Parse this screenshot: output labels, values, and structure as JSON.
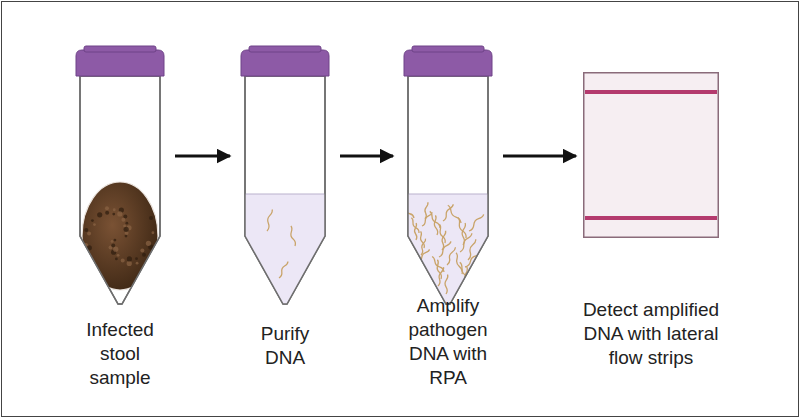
{
  "diagram": {
    "nodes": [
      {
        "text": [
          "Infected stool sample"
        ]
      },
      {
        "text": [
          "Purify DNA"
        ]
      },
      {
        "text": [
          "Amplify pathogen DNA with RPA"
        ]
      },
      {
        "text": [
          "Detect amplified DNA with lateral flow strips"
        ]
      }
    ],
    "edges": [
      {
        "from": 0,
        "to": 1,
        "arrow": "to"
      },
      {
        "from": 1,
        "to": 2,
        "arrow": "to"
      },
      {
        "from": 2,
        "to": 3,
        "arrow": "to"
      }
    ]
  }
}
